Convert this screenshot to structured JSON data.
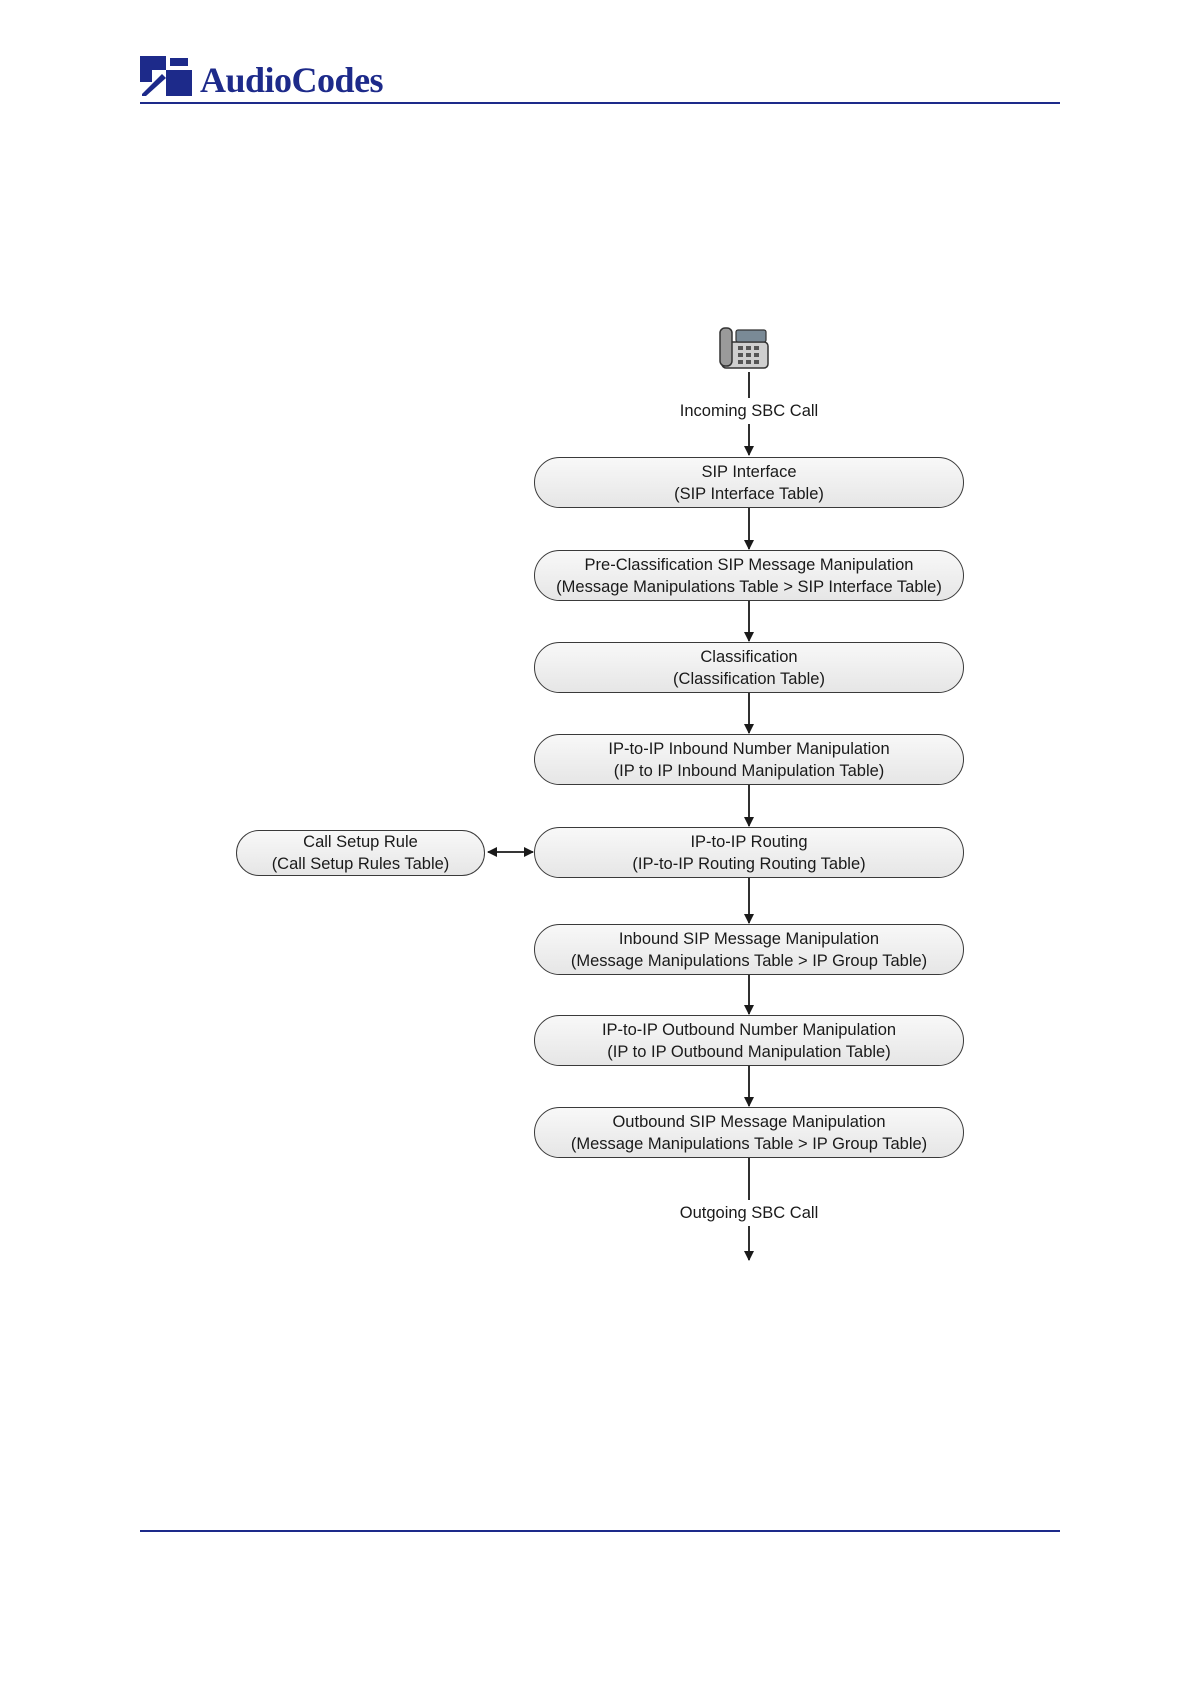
{
  "header": {
    "company": "AudioCodes",
    "logo_icon": "audiocodes-logo-icon",
    "brand_color": "#1d2a8a"
  },
  "diagram": {
    "start_icon": "desk-phone-icon",
    "incoming_label": "Incoming SBC Call",
    "outgoing_label": "Outgoing SBC Call",
    "nodes": [
      {
        "id": "sip-interface",
        "line1": "SIP Interface",
        "line2": "(SIP Interface Table)"
      },
      {
        "id": "pre-classification",
        "line1": "Pre-Classification SIP Message Manipulation",
        "line2": "(Message Manipulations Table > SIP Interface Table)"
      },
      {
        "id": "classification",
        "line1": "Classification",
        "line2": "(Classification Table)"
      },
      {
        "id": "inbound-number-manipulation",
        "line1": "IP-to-IP Inbound Number Manipulation",
        "line2": "(IP to IP Inbound Manipulation Table)"
      },
      {
        "id": "ip-to-ip-routing",
        "line1": "IP-to-IP Routing",
        "line2": "(IP-to-IP Routing Routing Table)"
      },
      {
        "id": "inbound-sip-manipulation",
        "line1": "Inbound SIP Message Manipulation",
        "line2": "(Message Manipulations Table > IP Group Table)"
      },
      {
        "id": "outbound-number-manipulation",
        "line1": "IP-to-IP Outbound Number Manipulation",
        "line2": "(IP to IP Outbound Manipulation Table)"
      },
      {
        "id": "outbound-sip-manipulation",
        "line1": "Outbound SIP Message Manipulation",
        "line2": "(Message Manipulations Table > IP Group Table)"
      }
    ],
    "side_node": {
      "id": "call-setup-rule",
      "line1": "Call Setup Rule",
      "line2": "(Call Setup Rules Table)"
    }
  }
}
